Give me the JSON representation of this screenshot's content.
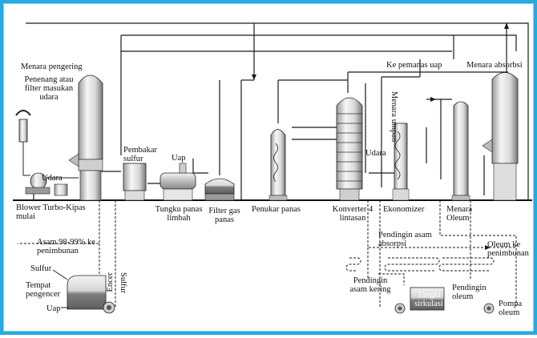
{
  "labels": {
    "menara_pengering": "Menara pengering",
    "penenang_filter": "Penenang atau filter masukan udara",
    "udara_left": "Udara",
    "blower": "Blower Turbo-Kipas mulai",
    "pembakar_sulfur": "Pembakar sulfur",
    "uap_top": "Uap",
    "tungku_panas_limbah": "Tungku panas limbah",
    "filter_gas_panas": "Filter gas panas",
    "penukar_panas": "Penukar panas",
    "konverter": "Konverter 4 lintasan",
    "udara_right": "Udara",
    "ke_pemanas_uap": "Ke pemanas uap",
    "menara_umpan": "Menara umpan",
    "ekonomizer": "Ekonomizer",
    "menara_absorbsi": "Menara absorbsi",
    "menara_oleum": "Menara Oleum",
    "asam_penimbunan": "Asam 98-99% ke penimbunan",
    "pendingin_asam_absorpsi": "Pendingin asam absorpsi",
    "oleum_penimbunan": "Oleum ke penimbunan",
    "sulfur": "Sulfur",
    "tempat_pengencer": "Tempat pengencer",
    "uap_bottom": "Uap",
    "encer": "Encer",
    "sulfur_vertical": "Sulfur",
    "pendingin_asam_kering": "Pendingin asam kering",
    "tangki_sirkulasi": "Tangki sirkulasi",
    "pendingin_oleum": "Pendingin oleum",
    "pompa_oleum": "Pompa oleum"
  },
  "colors": {
    "frame": "#2aa9e0",
    "line": "#1a1a1a",
    "vessel_light": "#f2f2f2",
    "vessel_dark": "#8a8a8a"
  }
}
